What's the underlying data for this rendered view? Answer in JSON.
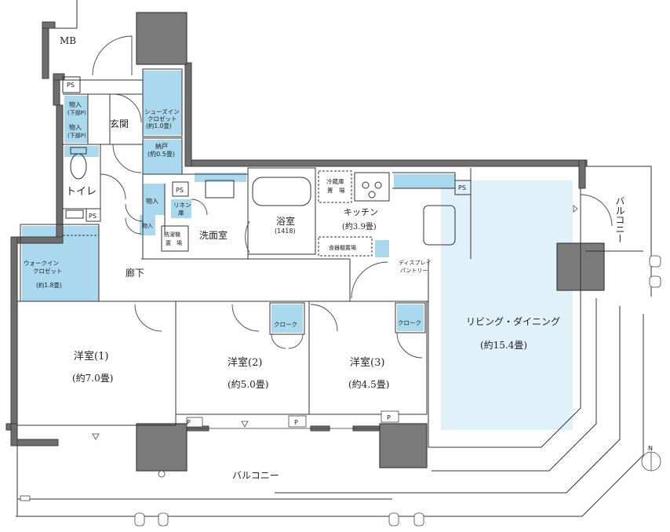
{
  "labels": {
    "mb": "MB",
    "ps": "PS",
    "shoes_closet": [
      "シューズイン",
      "クロゼット",
      "(約1.0畳)"
    ],
    "storage_lower": [
      "物入",
      "(下部P)"
    ],
    "entrance": "玄関",
    "nando": [
      "納戸",
      "(約0.5畳)"
    ],
    "toilet": "トイレ",
    "monoire": "物入",
    "linen": [
      "リネン",
      "庫"
    ],
    "washer": [
      "洗濯機",
      "置　場"
    ],
    "washroom": "洗面室",
    "bath": [
      "浴室",
      "(1418)"
    ],
    "fridge": [
      "冷蔵庫",
      "置　場"
    ],
    "kitchen": [
      "キッチン",
      "(約3.9畳)"
    ],
    "dish_rack": "食器棚置場",
    "pantry": [
      "ディスプレイ",
      "パントリー"
    ],
    "walkin_closet": [
      "ウォークイン",
      "クロゼット",
      "(約1.8畳)"
    ],
    "hallway": "廊下",
    "cloak": "クローク",
    "p": "P",
    "room1": [
      "洋室(1)",
      "(約7.0畳)"
    ],
    "room2": [
      "洋室(2)",
      "(約5.0畳)"
    ],
    "room3": [
      "洋室(3)",
      "(約4.5畳)"
    ],
    "living": [
      "リビング・ダイニング",
      "(約15.4畳)"
    ],
    "balcony_bottom": "バルコニー",
    "balcony_side": "バルコニー",
    "north": "N"
  },
  "colors": {
    "wall": "#6e6e6e",
    "wall_edge": "#3c3c3c",
    "column": "#7a7a7a",
    "storage_fill": "#a9d8ef",
    "living_fill": "#e0f1fa",
    "line": "#333333"
  }
}
